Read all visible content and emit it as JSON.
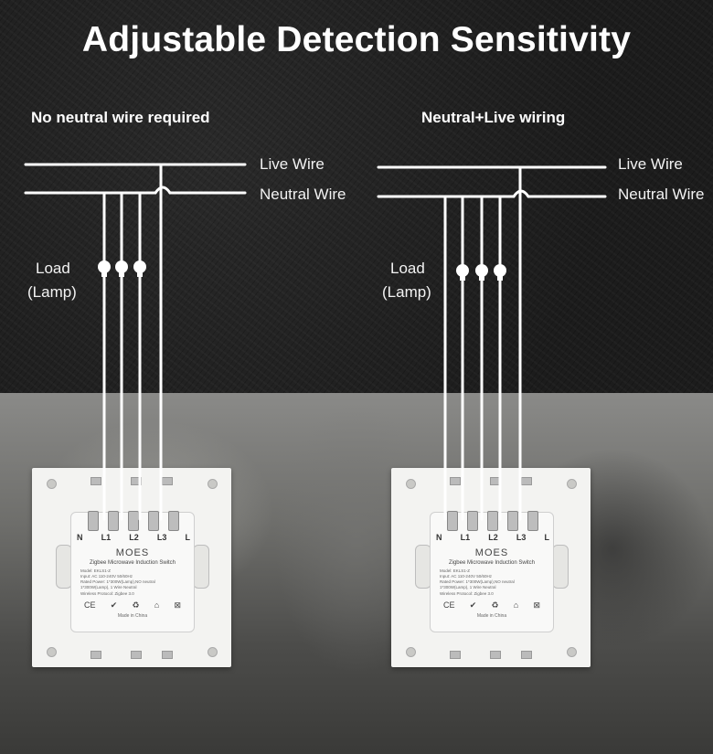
{
  "title": "Adjustable Detection Sensitivity",
  "left": {
    "subtitle": "No neutral wire required",
    "live_label": "Live Wire",
    "neutral_label": "Neutral Wire",
    "load_label_1": "Load",
    "load_label_2": "(Lamp)"
  },
  "right": {
    "subtitle": "Neutral+Live wiring",
    "live_label": "Live Wire",
    "neutral_label": "Neutral Wire",
    "load_label_1": "Load",
    "load_label_2": "(Lamp)"
  },
  "switch": {
    "terminals": [
      "N",
      "L1",
      "L2",
      "L3",
      "L"
    ],
    "brand": "MOES",
    "model_title": "Zigbee Microwave Induction Switch",
    "specs": [
      "Model: EKLS1-Z",
      "Input: AC 110-240V 50/60Hz",
      "Rated Power: 1*300W(Lamp),NO neutral",
      "1*300W(Lamp), 1 Wire Neutral",
      "Wireless Protocol: Zigbee 3.0"
    ],
    "made_in": "Made in China"
  }
}
